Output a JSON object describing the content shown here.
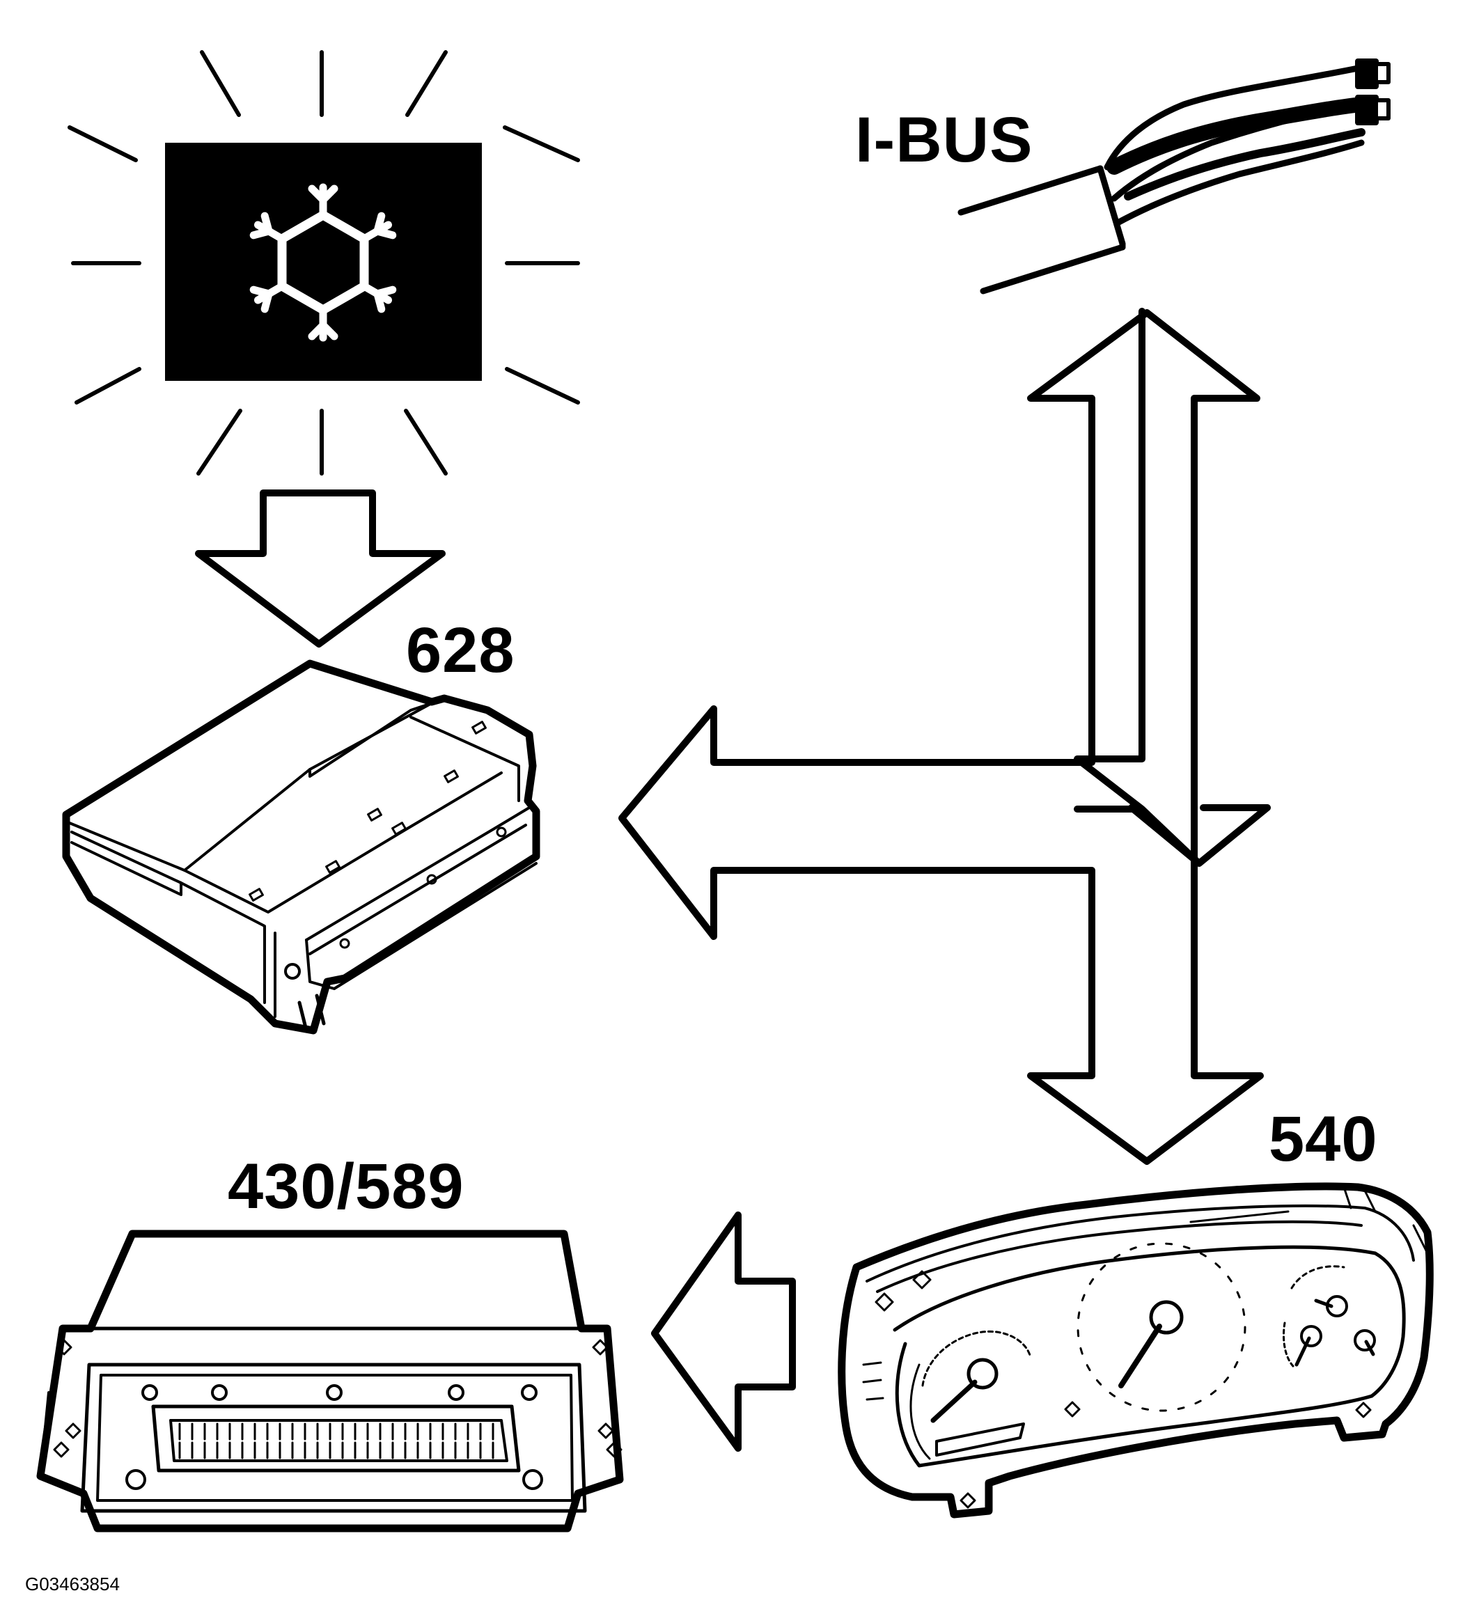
{
  "labels": {
    "ibus": "I-BUS",
    "module_628": "628",
    "module_430_589": "430/589",
    "module_540": "540",
    "figure_id": "G03463854"
  },
  "colors": {
    "ink": "#000000",
    "paper": "#ffffff"
  },
  "icons": {
    "warning_lamp": "snowflake-icon",
    "connector": "bus-connector-icon"
  }
}
